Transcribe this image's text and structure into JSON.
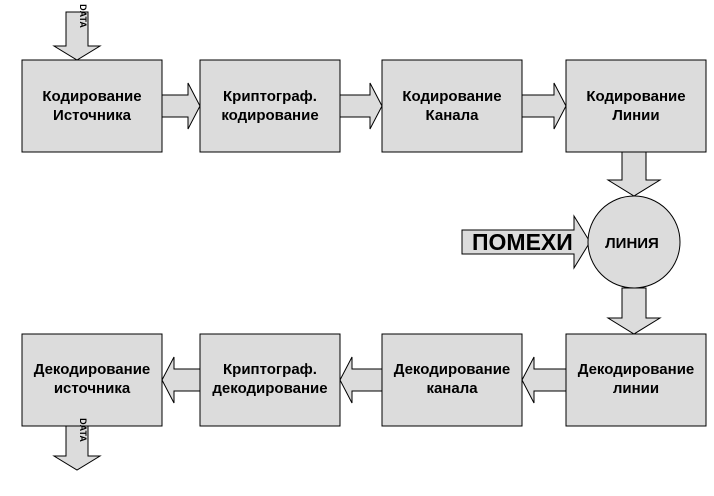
{
  "input_arrow": {
    "label": "DATA"
  },
  "output_arrow": {
    "label": "DATA"
  },
  "encode_row": [
    {
      "line1": "Кодирование",
      "line2": "Источника"
    },
    {
      "line1": "Криптограф.",
      "line2": "кодирование"
    },
    {
      "line1": "Кодирование",
      "line2": "Канала"
    },
    {
      "line1": "Кодирование",
      "line2": "Линии"
    }
  ],
  "decode_row": [
    {
      "line1": "Декодирование",
      "line2": "источника"
    },
    {
      "line1": "Криптограф.",
      "line2": "декодирование"
    },
    {
      "line1": "Декодирование",
      "line2": "канала"
    },
    {
      "line1": "Декодирование",
      "line2": "линии"
    }
  ],
  "channel": {
    "label": "ЛИНИЯ"
  },
  "noise": {
    "label": "ПОМЕХИ"
  },
  "colors": {
    "box_fill": "#dcdcdc",
    "arrow_fill": "#dcdcdc",
    "stroke": "#000000"
  }
}
